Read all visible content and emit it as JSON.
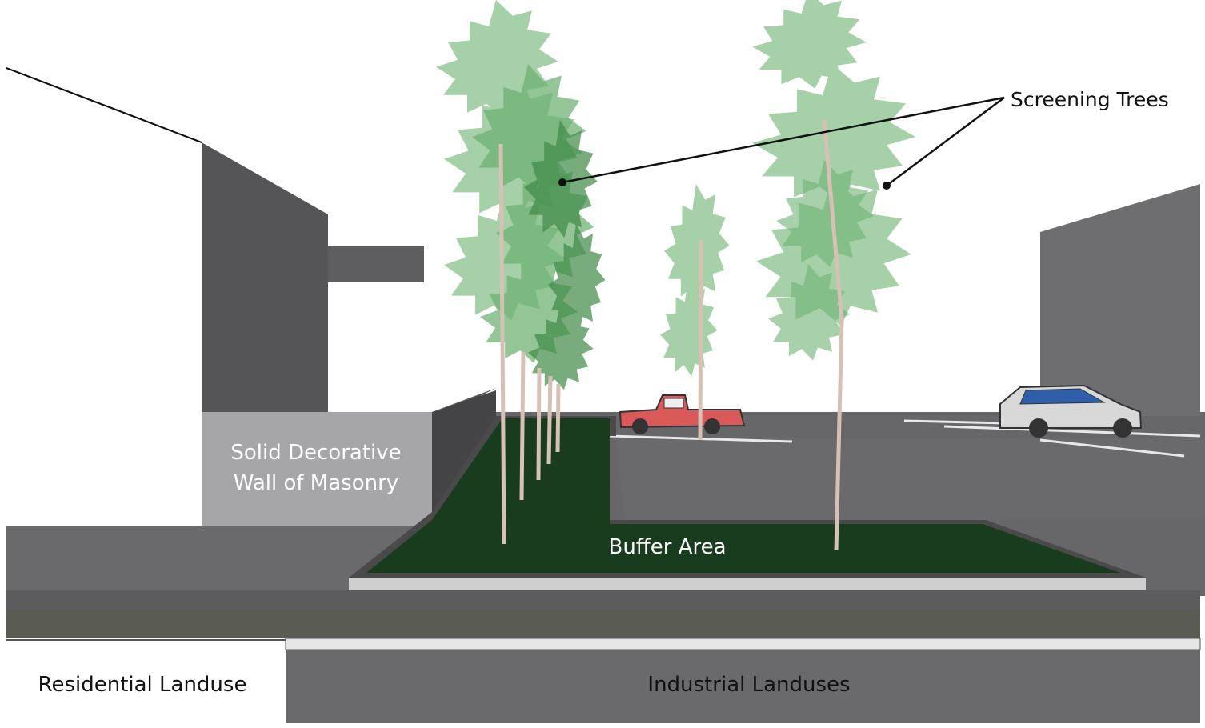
{
  "labels": {
    "screening_trees": "Screening Trees",
    "wall_line1": "Solid Decorative",
    "wall_line2": "Wall of Masonry",
    "buffer_area": "Buffer Area",
    "residential": "Residential Landuse",
    "industrial": "Industrial Landuses"
  },
  "colors": {
    "building_dark": "#555557",
    "building_mid": "#6e6e70",
    "wall_gray": "#a6a6a8",
    "pavement": "#676769",
    "road_band": "#5a5b52",
    "buffer_green": "#193b1e",
    "tree_light": "#97c99a",
    "tree_mid": "#6fb274",
    "tree_dark": "#3f8a47",
    "trunk": "#d7c1b5",
    "truck_red": "#d95a58",
    "car_silver": "#d8d8d8",
    "car_glass": "#2f5fa8",
    "industrial_band": "#6a6a6c"
  },
  "icons": [
    "tree-icon",
    "pickup-truck-icon",
    "suv-car-icon",
    "leader-line"
  ]
}
